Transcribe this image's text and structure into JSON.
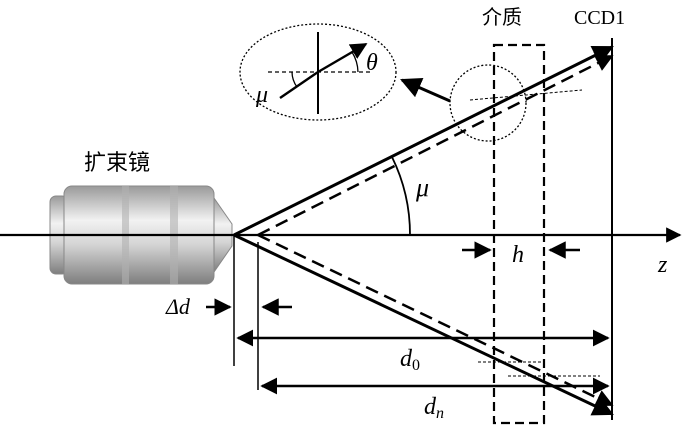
{
  "labels": {
    "medium": "介质",
    "ccd": "CCD1",
    "beam_expander": "扩束镜",
    "z_axis": "z",
    "angle_mu": "μ",
    "inset_mu": "μ",
    "inset_theta": "θ",
    "thickness": "h",
    "delta_d": "Δd",
    "d0_main": "d",
    "d0_sub": "0",
    "dn_main": "d",
    "dn_sub": "n"
  },
  "colors": {
    "ink": "#000000",
    "lens_body": "#c8c8c8",
    "lens_highlight": "#ececec"
  }
}
